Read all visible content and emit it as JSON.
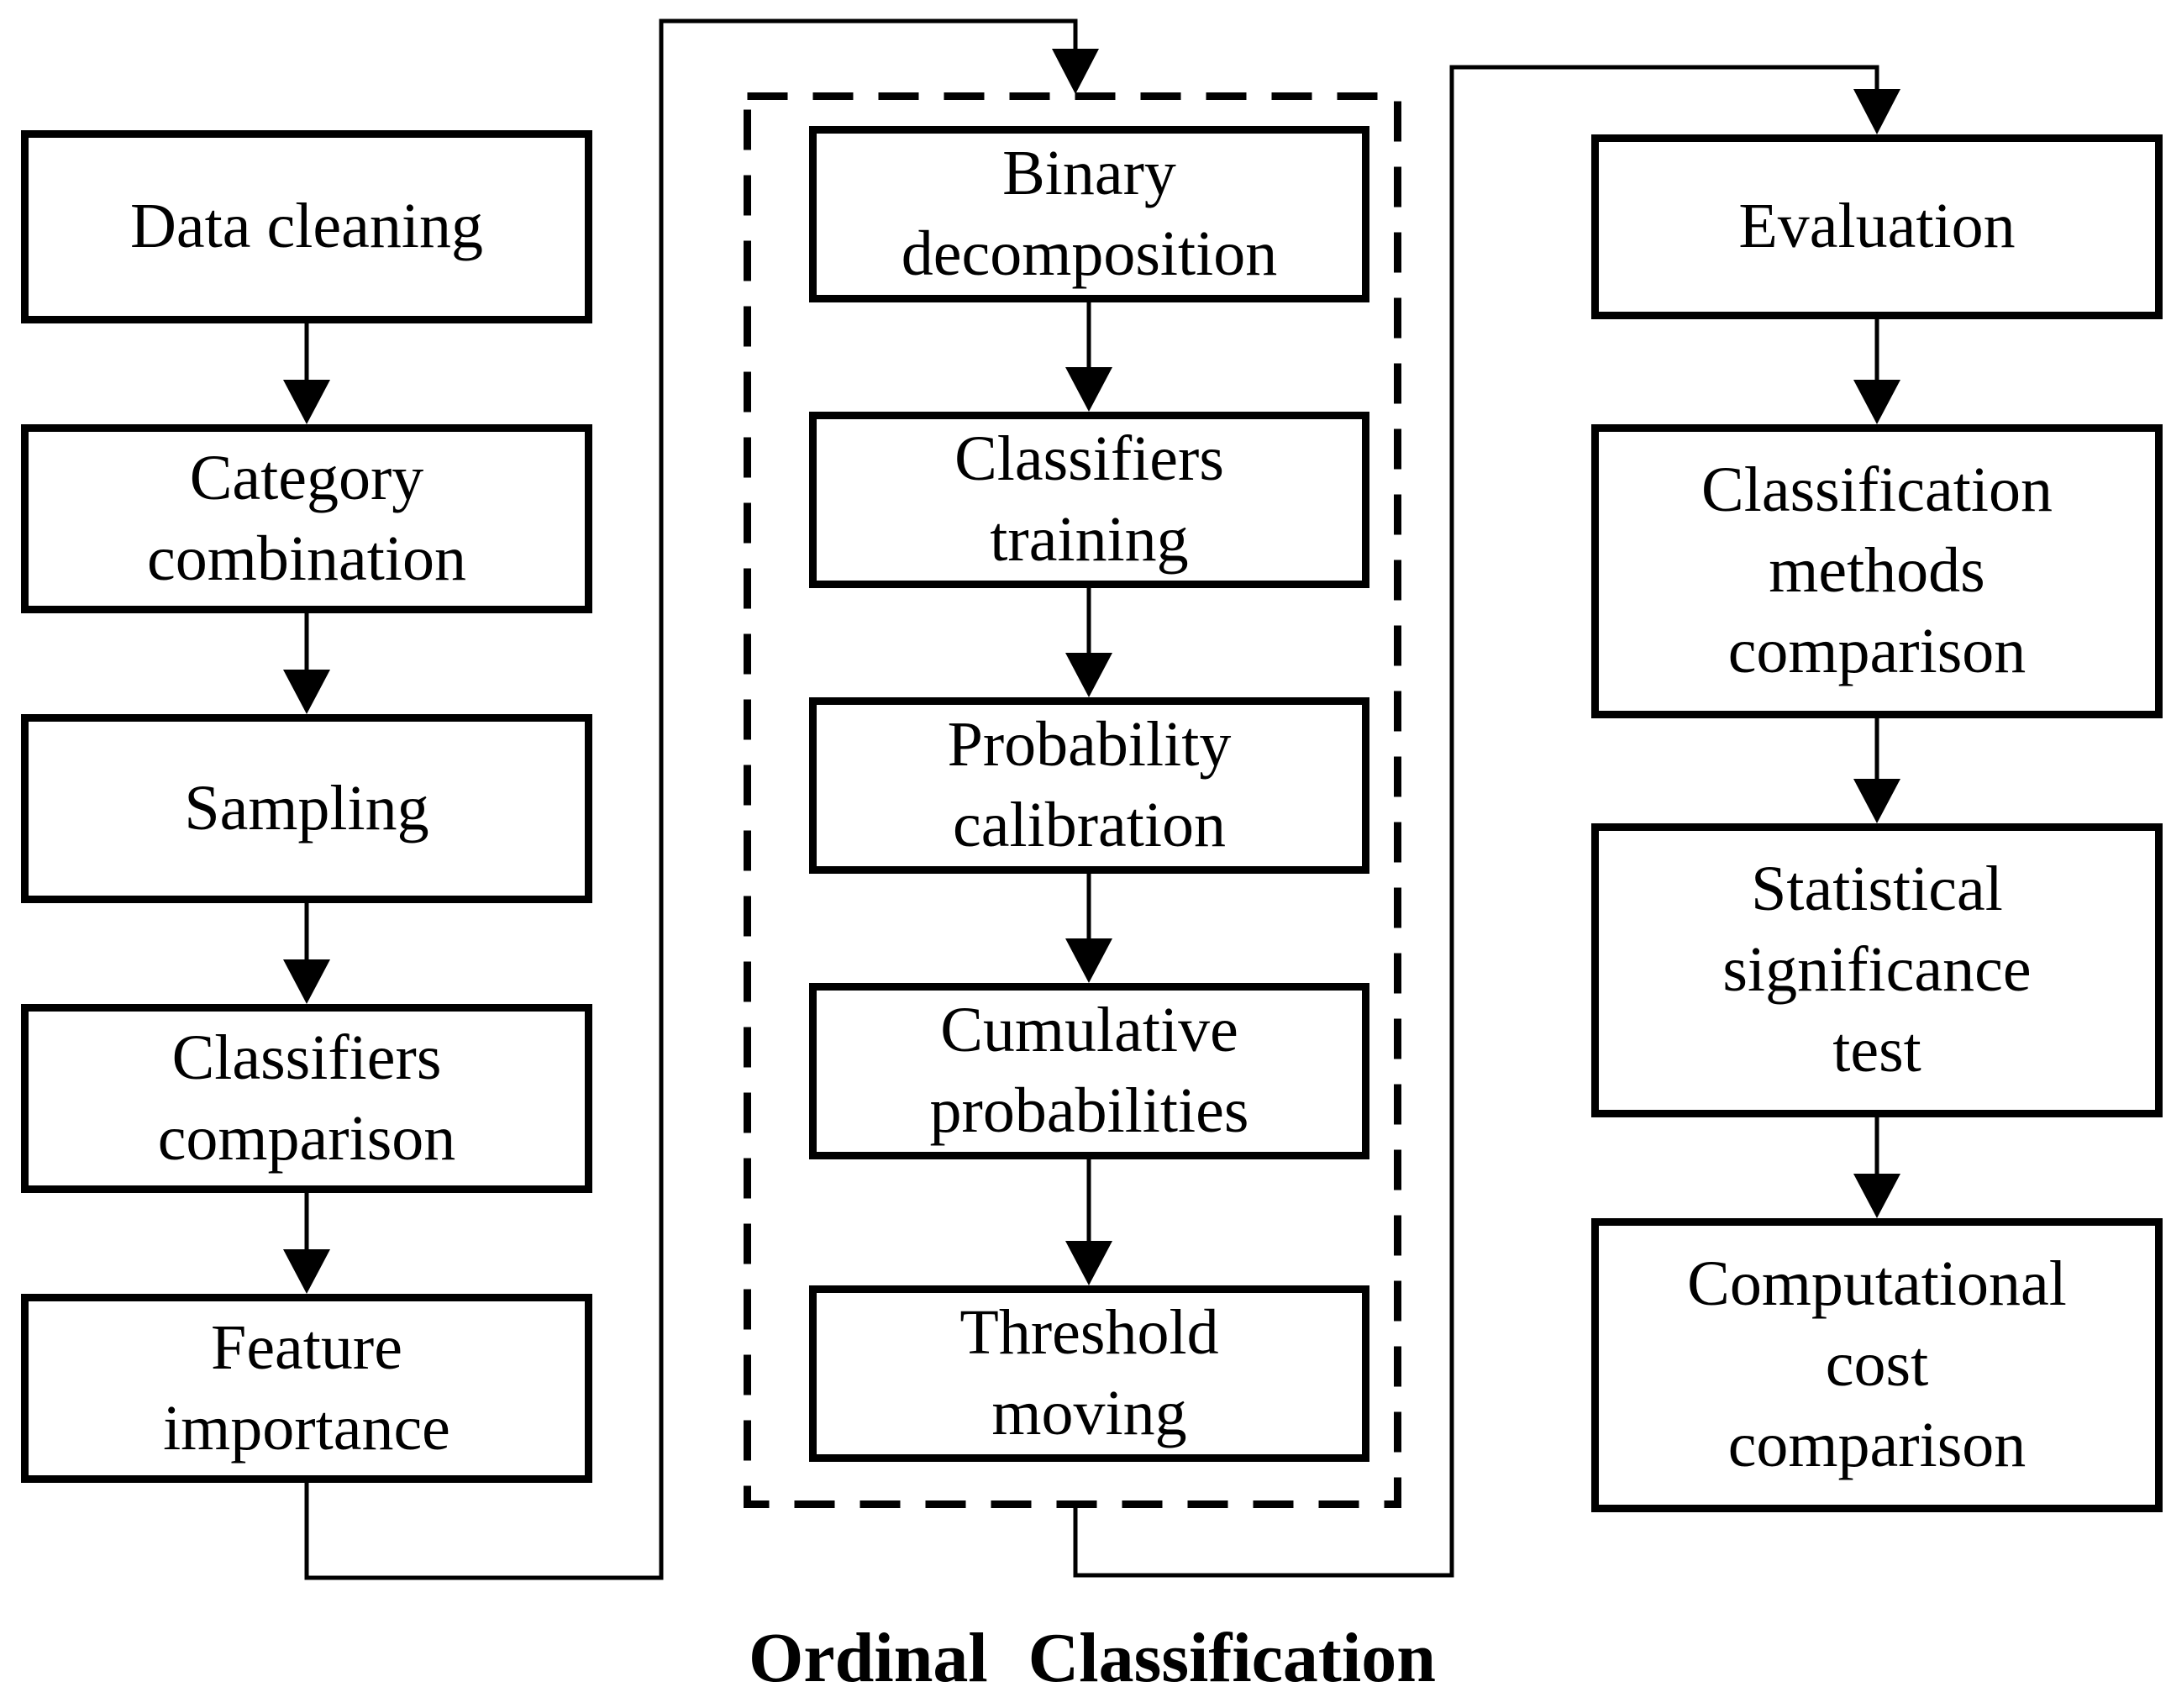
{
  "diagram": {
    "caption": "Ordinal Classification",
    "colors": {
      "line": "#000000",
      "background": "#ffffff",
      "text": "#000000"
    },
    "columns": {
      "preprocessing": {
        "nodes": [
          {
            "label": "Data cleaning"
          },
          {
            "label": "Category\ncombination"
          },
          {
            "label": "Sampling"
          },
          {
            "label": "Classifiers\ncomparison"
          },
          {
            "label": "Feature\nimportance"
          }
        ]
      },
      "ordinal_classification": {
        "nodes": [
          {
            "label": "Binary\ndecomposition"
          },
          {
            "label": "Classifiers\ntraining"
          },
          {
            "label": "Probability\ncalibration"
          },
          {
            "label": "Cumulative\nprobabilities"
          },
          {
            "label": "Threshold\nmoving"
          }
        ]
      },
      "evaluation": {
        "nodes": [
          {
            "label": "Evaluation"
          },
          {
            "label": "Classification\nmethods\ncomparison"
          },
          {
            "label": "Statistical\nsignificance\ntest"
          },
          {
            "label": "Computational\ncost\ncomparison"
          }
        ]
      }
    }
  }
}
